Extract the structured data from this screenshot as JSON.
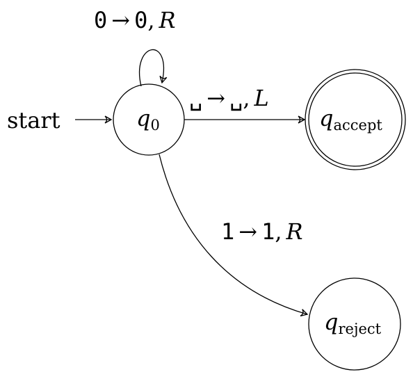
{
  "diagram": {
    "start_label": "start",
    "states": [
      {
        "id": "q0",
        "base": "q",
        "sub": "0",
        "accepting": false
      },
      {
        "id": "q_accept",
        "base": "q",
        "sub": "accept",
        "accepting": true
      },
      {
        "id": "q_reject",
        "base": "q",
        "sub": "reject",
        "accepting": false
      }
    ],
    "transitions": [
      {
        "from": "q0",
        "to": "q0",
        "read": "0",
        "write": "0",
        "move": "R",
        "arrow": "→",
        "sep": ","
      },
      {
        "from": "q0",
        "to": "q_accept",
        "read": "␣",
        "write": "␣",
        "move": "L",
        "arrow": "→",
        "sep": ","
      },
      {
        "from": "q0",
        "to": "q_reject",
        "read": "1",
        "write": "1",
        "move": "R",
        "arrow": "→",
        "sep": ","
      }
    ],
    "colors": {
      "stroke": "#000000",
      "background": "#ffffff"
    }
  }
}
